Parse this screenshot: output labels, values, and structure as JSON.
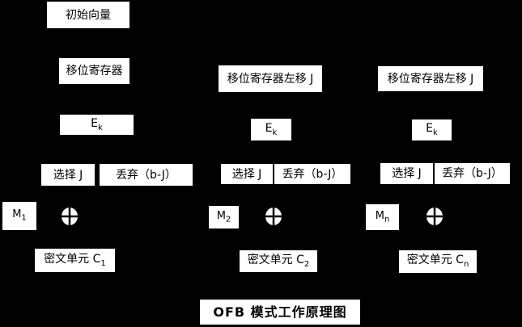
{
  "colors": {
    "background": "#000000",
    "box_fill": "#ffffff",
    "box_text": "#000000"
  },
  "title": "OFB 模式工作原理图",
  "initial_vector_label": "初始向量",
  "columns": [
    {
      "register_label": "移位寄存器",
      "cipher_base": "E",
      "cipher_sub": "k",
      "select_label": "选择 J",
      "discard_label": "丢弃（b-J）",
      "message_base": "M",
      "message_sub": "1",
      "ciphertext_base": "密文单元 C",
      "ciphertext_sub": "1"
    },
    {
      "register_label": "移位寄存器左移 J",
      "cipher_base": "E",
      "cipher_sub": "k",
      "select_label": "选择 J",
      "discard_label": "丢弃（b-J）",
      "message_base": "M",
      "message_sub": "2",
      "ciphertext_base": "密文单元 C",
      "ciphertext_sub": "2"
    },
    {
      "register_label": "移位寄存器左移 J",
      "cipher_base": "E",
      "cipher_sub": "k",
      "select_label": "选择 J",
      "discard_label": "丢弃（b-J）",
      "message_base": "M",
      "message_sub": "n",
      "ciphertext_base": "密文单元 C",
      "ciphertext_sub": "n"
    }
  ],
  "icons": {
    "xor": "circle-plus-xor"
  }
}
